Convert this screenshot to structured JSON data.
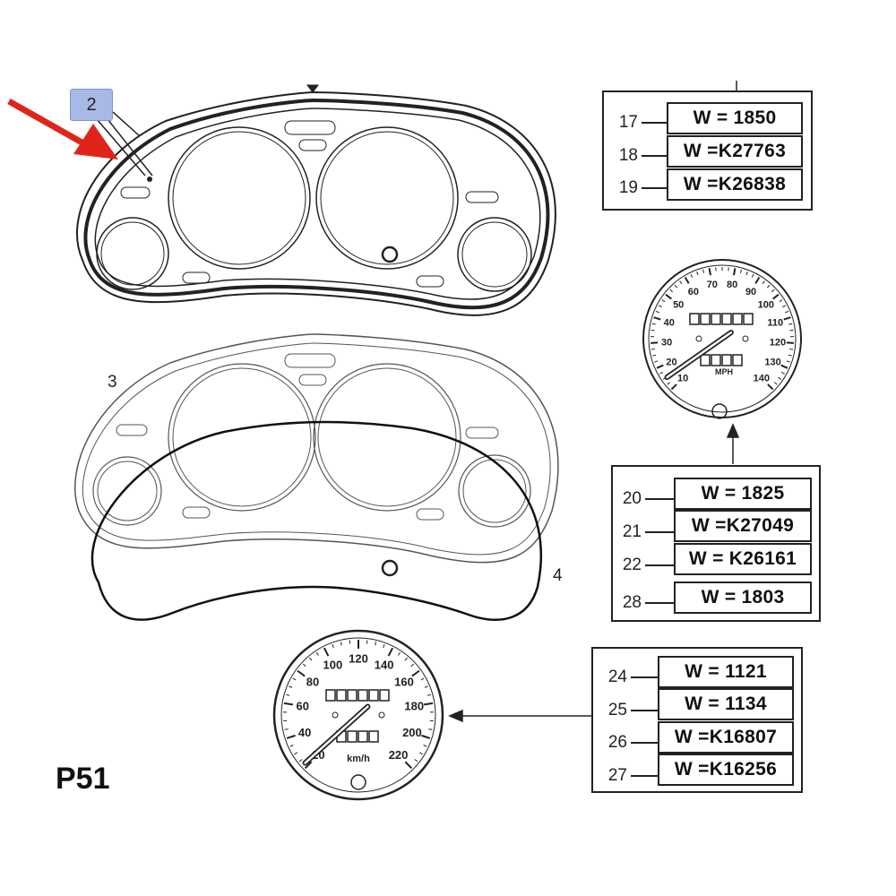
{
  "diagram": {
    "page_code": "P51",
    "highlight_label": "2",
    "callouts": {
      "cluster_front": "3",
      "seal": "4"
    },
    "accent_colors": {
      "highlight_fill": "#a9b9e6",
      "arrow": "#e0241b",
      "ink": "#222222"
    },
    "part_groups": [
      {
        "items": [
          {
            "ref": "17",
            "code": "W = 1850"
          },
          {
            "ref": "18",
            "code": "W =K27763"
          },
          {
            "ref": "19",
            "code": "W =K26838"
          }
        ]
      },
      {
        "items": [
          {
            "ref": "20",
            "code": "W = 1825"
          },
          {
            "ref": "21",
            "code": "W =K27049"
          },
          {
            "ref": "22",
            "code": "W = K26161"
          },
          {
            "ref": "28",
            "code": "W = 1803"
          }
        ]
      },
      {
        "items": [
          {
            "ref": "24",
            "code": "W = 1121"
          },
          {
            "ref": "25",
            "code": "W = 1134"
          },
          {
            "ref": "26",
            "code": "W =K16807"
          },
          {
            "ref": "27",
            "code": "W =K16256"
          }
        ]
      }
    ],
    "gauge_mph": {
      "scale_labels": [
        "10",
        "20",
        "30",
        "40",
        "50",
        "60",
        "70",
        "80",
        "90",
        "100",
        "110",
        "120",
        "130",
        "140"
      ],
      "unit_label": "MPH"
    },
    "gauge_kmh": {
      "scale_labels": [
        "20",
        "40",
        "60",
        "80",
        "100",
        "120",
        "140",
        "160",
        "180",
        "200",
        "220"
      ],
      "unit_label": "km/h"
    }
  }
}
